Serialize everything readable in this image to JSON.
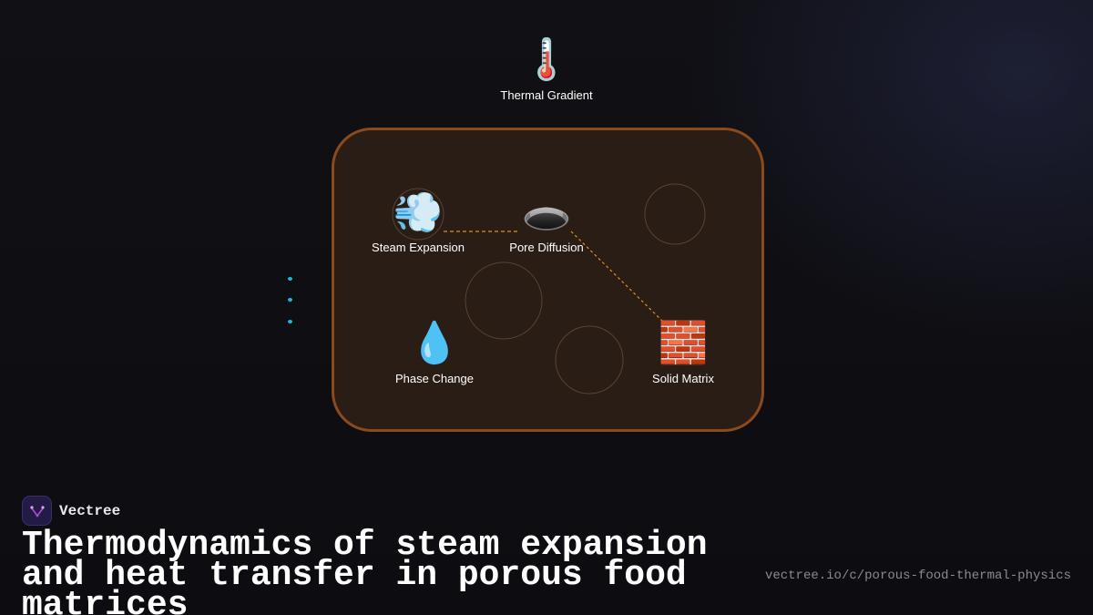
{
  "diagram": {
    "top_node": {
      "icon": "🌡️",
      "icon_name": "thermometer-icon",
      "label": "Thermal Gradient"
    },
    "nodes": [
      {
        "id": "steam",
        "icon": "💨",
        "icon_name": "dash-icon",
        "label": "Steam Expansion"
      },
      {
        "id": "pore",
        "icon": "🕳️",
        "icon_name": "hole-icon",
        "label": "Pore Diffusion"
      },
      {
        "id": "phase",
        "icon": "💧",
        "icon_name": "droplet-icon",
        "label": "Phase Change"
      },
      {
        "id": "solid",
        "icon": "🧱",
        "icon_name": "brick-icon",
        "label": "Solid Matrix"
      }
    ],
    "connections": [
      {
        "from": "Steam Expansion",
        "to": "Pore Diffusion",
        "style": "dashed"
      },
      {
        "from": "Pore Diffusion",
        "to": "Solid Matrix",
        "style": "dashed"
      }
    ],
    "colors": {
      "panel_border": "#8a4a1c",
      "panel_fill": "#2a1d16",
      "connector": "#e0901e",
      "accent_dots": "#1fb6e6"
    }
  },
  "brand": {
    "name": "Vectree",
    "logo_icon": "vectree-logo-icon"
  },
  "title": "Thermodynamics of steam expansion and heat transfer in porous food matrices",
  "url": "vectree.io/c/porous-food-thermal-physics"
}
